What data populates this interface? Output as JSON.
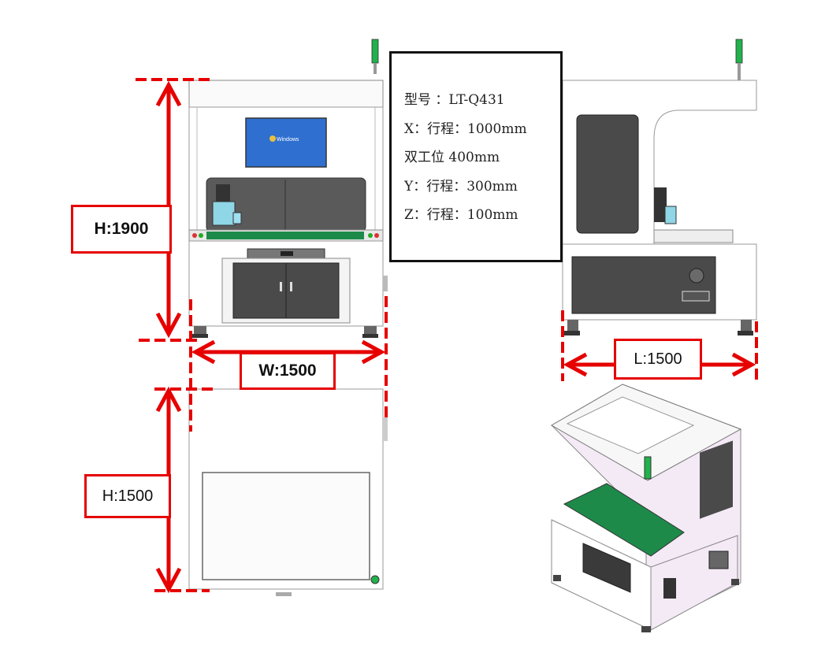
{
  "dimensions": {
    "front_height": "H:1900",
    "front_width": "W:1500",
    "top_depth": "H:1500",
    "side_length": "L:1500"
  },
  "spec": {
    "model": "型号  ：LT-Q431",
    "x_travel": "X：行程：1000mm",
    "dual_station": "双工位 400mm",
    "y_travel": "Y：行程：300mm",
    "z_travel": "Z：行程：100mm"
  },
  "screen": {
    "boot_text": "Windows"
  },
  "colors": {
    "dimension_red": "#e60000",
    "conveyor_green": "#1e8a4a",
    "screen_blue": "#2f6fd0",
    "frame_pink": "#f4eaf6",
    "panel_dark": "#4a4a4a"
  }
}
